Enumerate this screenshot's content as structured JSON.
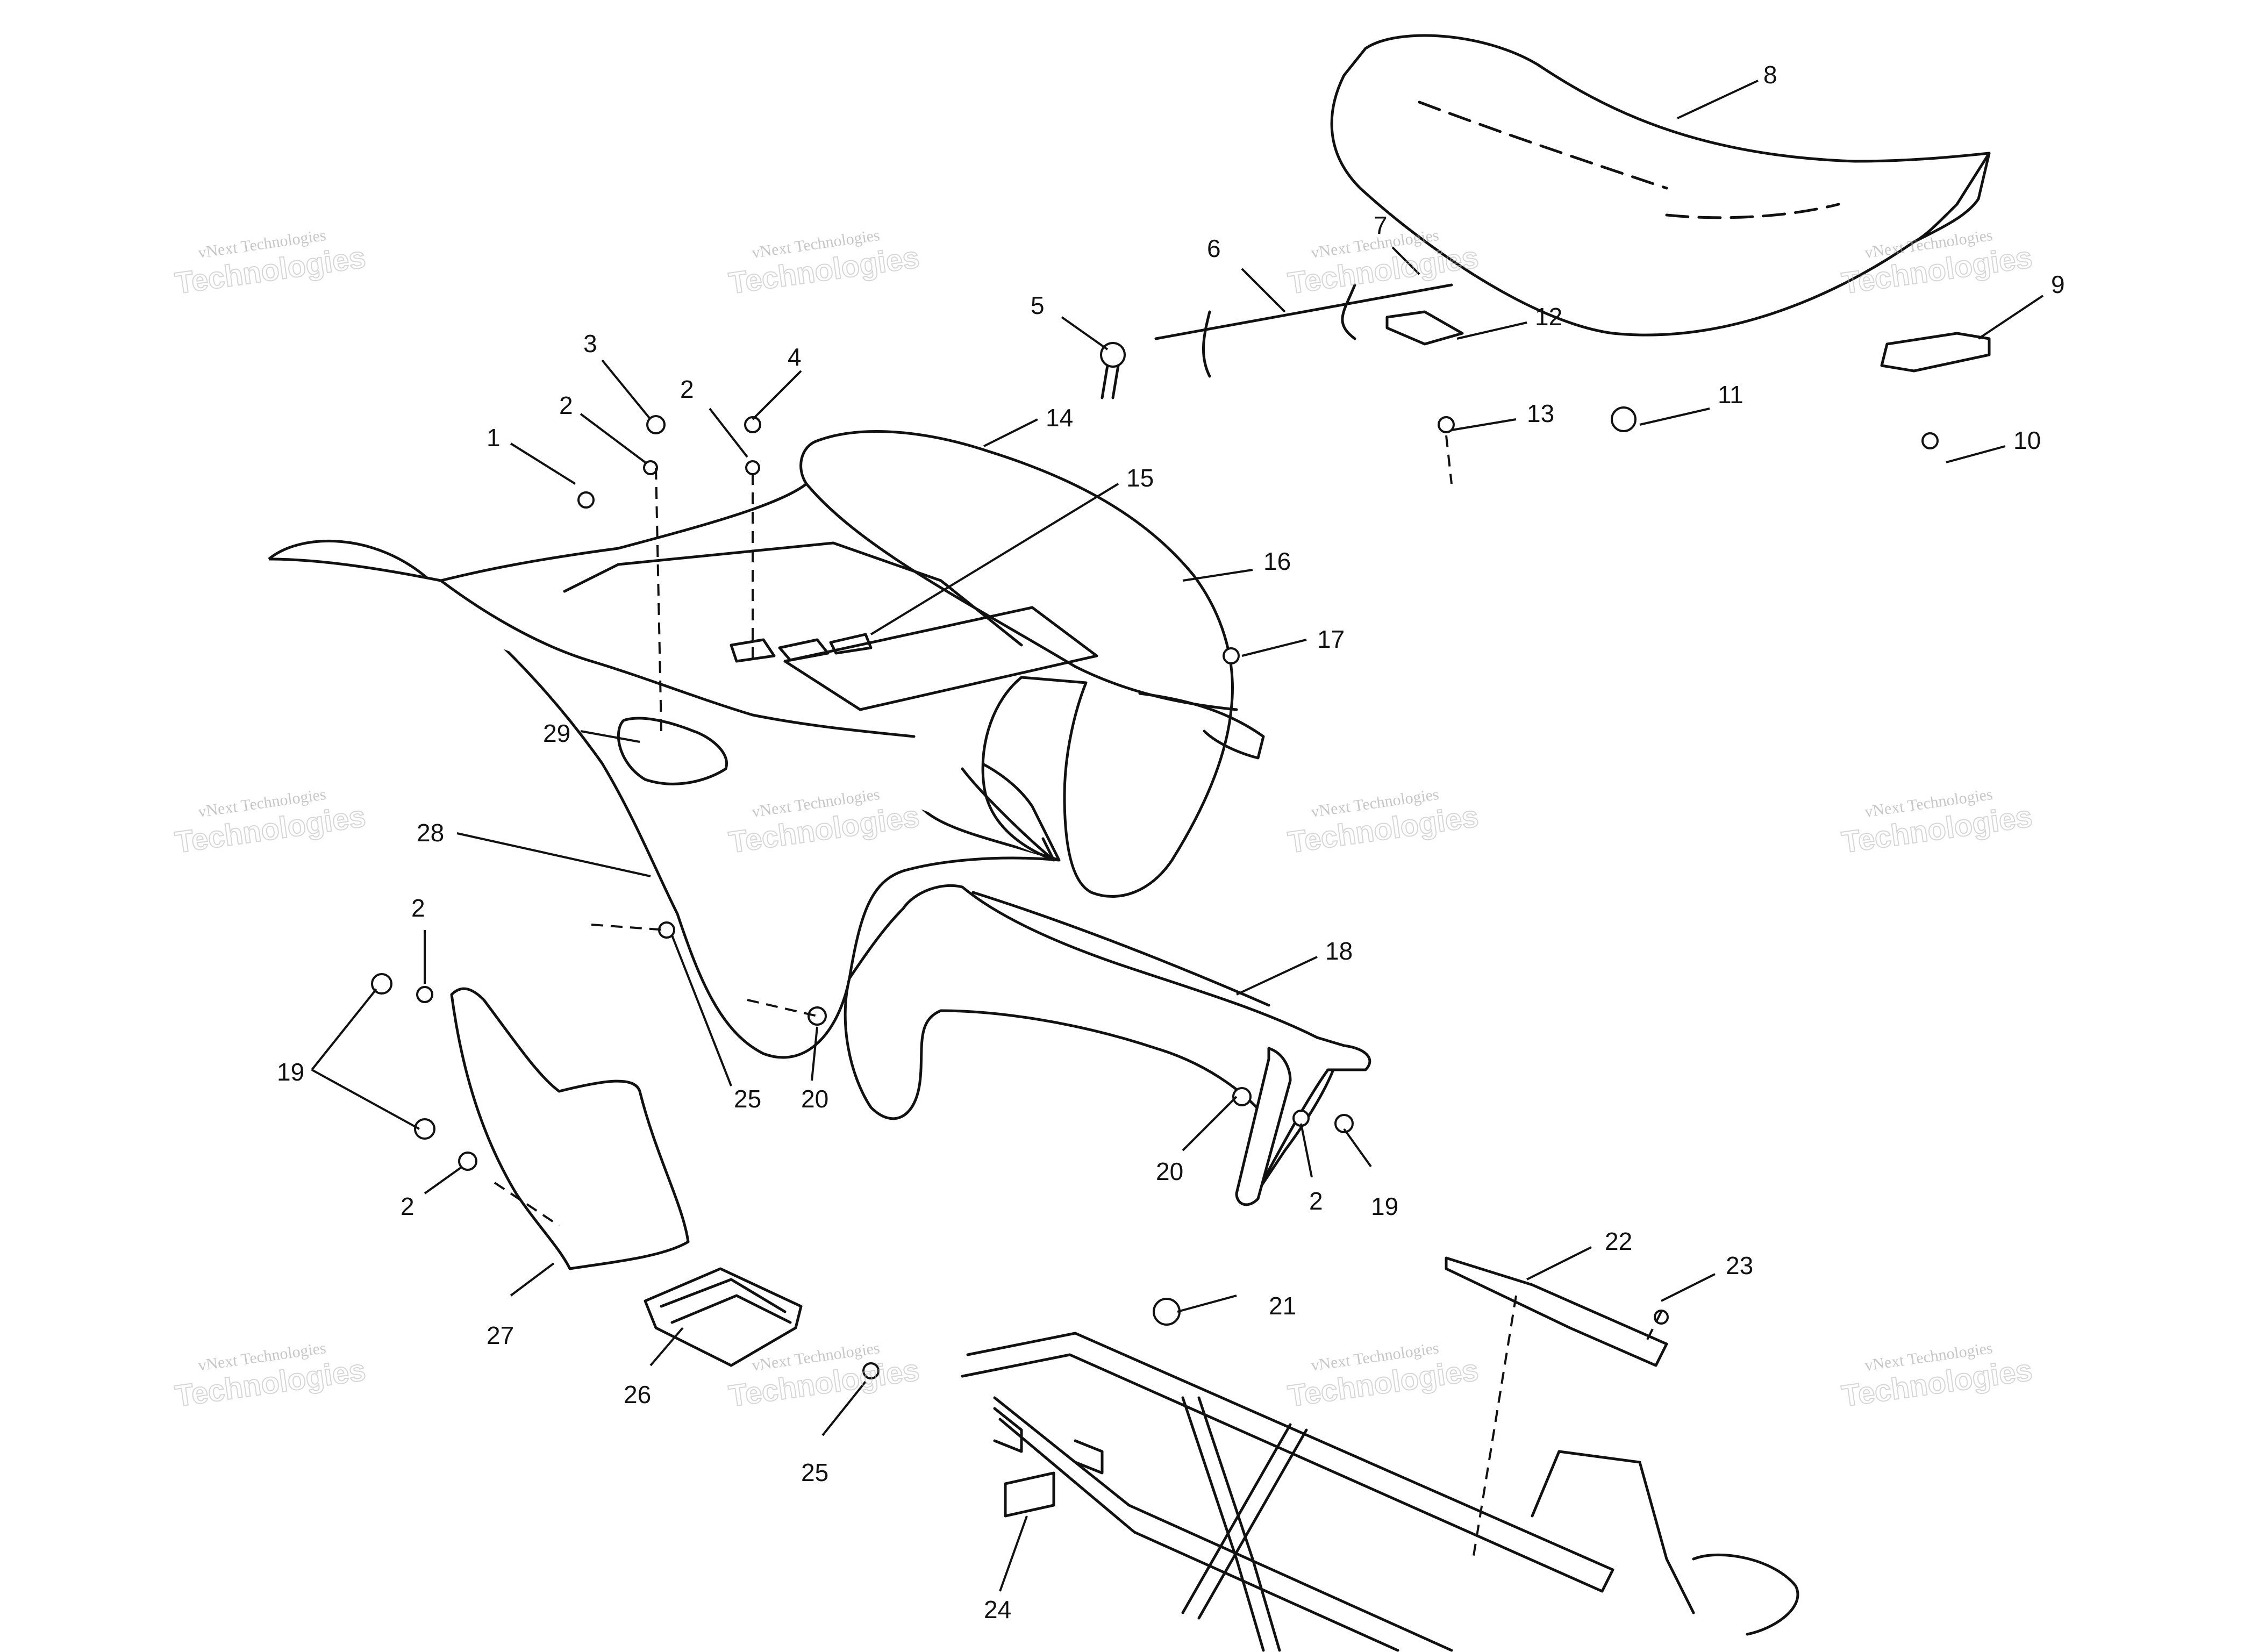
{
  "diagram": {
    "callouts": [
      "1",
      "2",
      "3",
      "2",
      "4",
      "5",
      "6",
      "7",
      "8",
      "9",
      "10",
      "11",
      "12",
      "13",
      "14",
      "15",
      "16",
      "17",
      "29",
      "28",
      "2",
      "19",
      "2",
      "25",
      "20",
      "18",
      "20",
      "2",
      "19",
      "27",
      "26",
      "25",
      "22",
      "23",
      "21",
      "24"
    ]
  },
  "watermark": {
    "line1": "vNext Technologies",
    "line2": "Technologies"
  }
}
